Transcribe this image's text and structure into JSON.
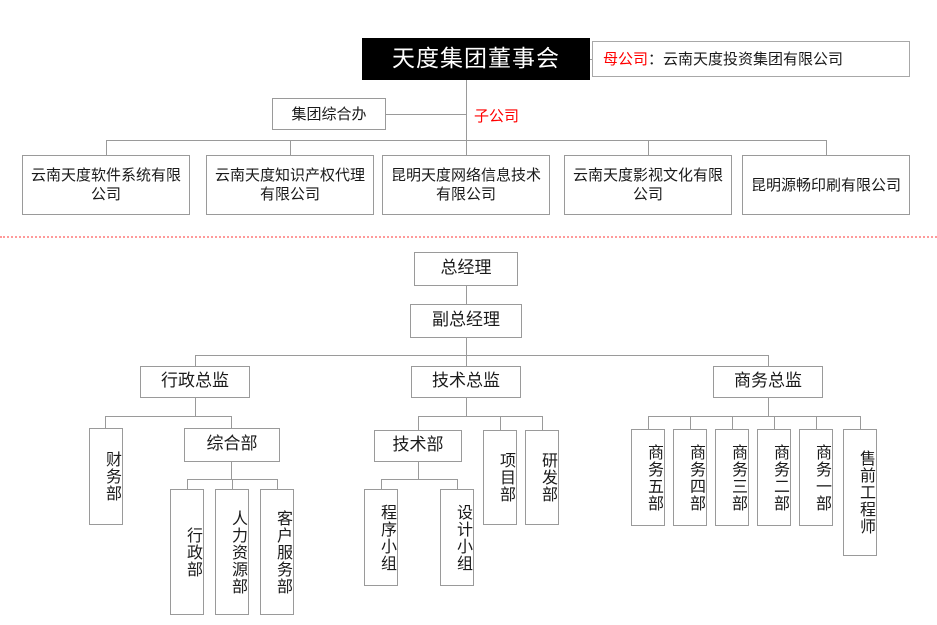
{
  "diagram": {
    "title_box": "天度集团董事会",
    "parent_company_note": {
      "tag": "母公司",
      "separator": "：",
      "name": "云南天度投资集团有限公司"
    },
    "subsidiary_tag": "子公司",
    "group_office": "集团综合办",
    "subsidiaries": [
      "云南天度软件系统有限公司",
      "云南天度知识产权代理有限公司",
      "昆明天度网络信息技术有限公司",
      "云南天度影视文化有限公司",
      "昆明源畅印刷有限公司"
    ],
    "general_manager": "总经理",
    "deputy_general_manager": "副总经理",
    "directors": [
      "行政总监",
      "技术总监",
      "商务总监"
    ],
    "admin_children": [
      "财务部",
      "综合部"
    ],
    "admin_grandchildren": [
      "行政部",
      "人力资源部",
      "客户服务部"
    ],
    "tech_children": [
      "技术部",
      "项目部",
      "研发部"
    ],
    "tech_grandchildren": [
      "程序小组",
      "设计小组"
    ],
    "business_children": [
      "商务五部",
      "商务四部",
      "商务三部",
      "商务二部",
      "商务一部",
      "售前工程师"
    ],
    "colors": {
      "root_fill": "#000000",
      "root_text": "#ffffff",
      "border": "#9a9a9a",
      "accent_red": "#ff0000",
      "divider": "#ff9a9a",
      "text": "#1a1a1a",
      "background": "#ffffff"
    }
  }
}
